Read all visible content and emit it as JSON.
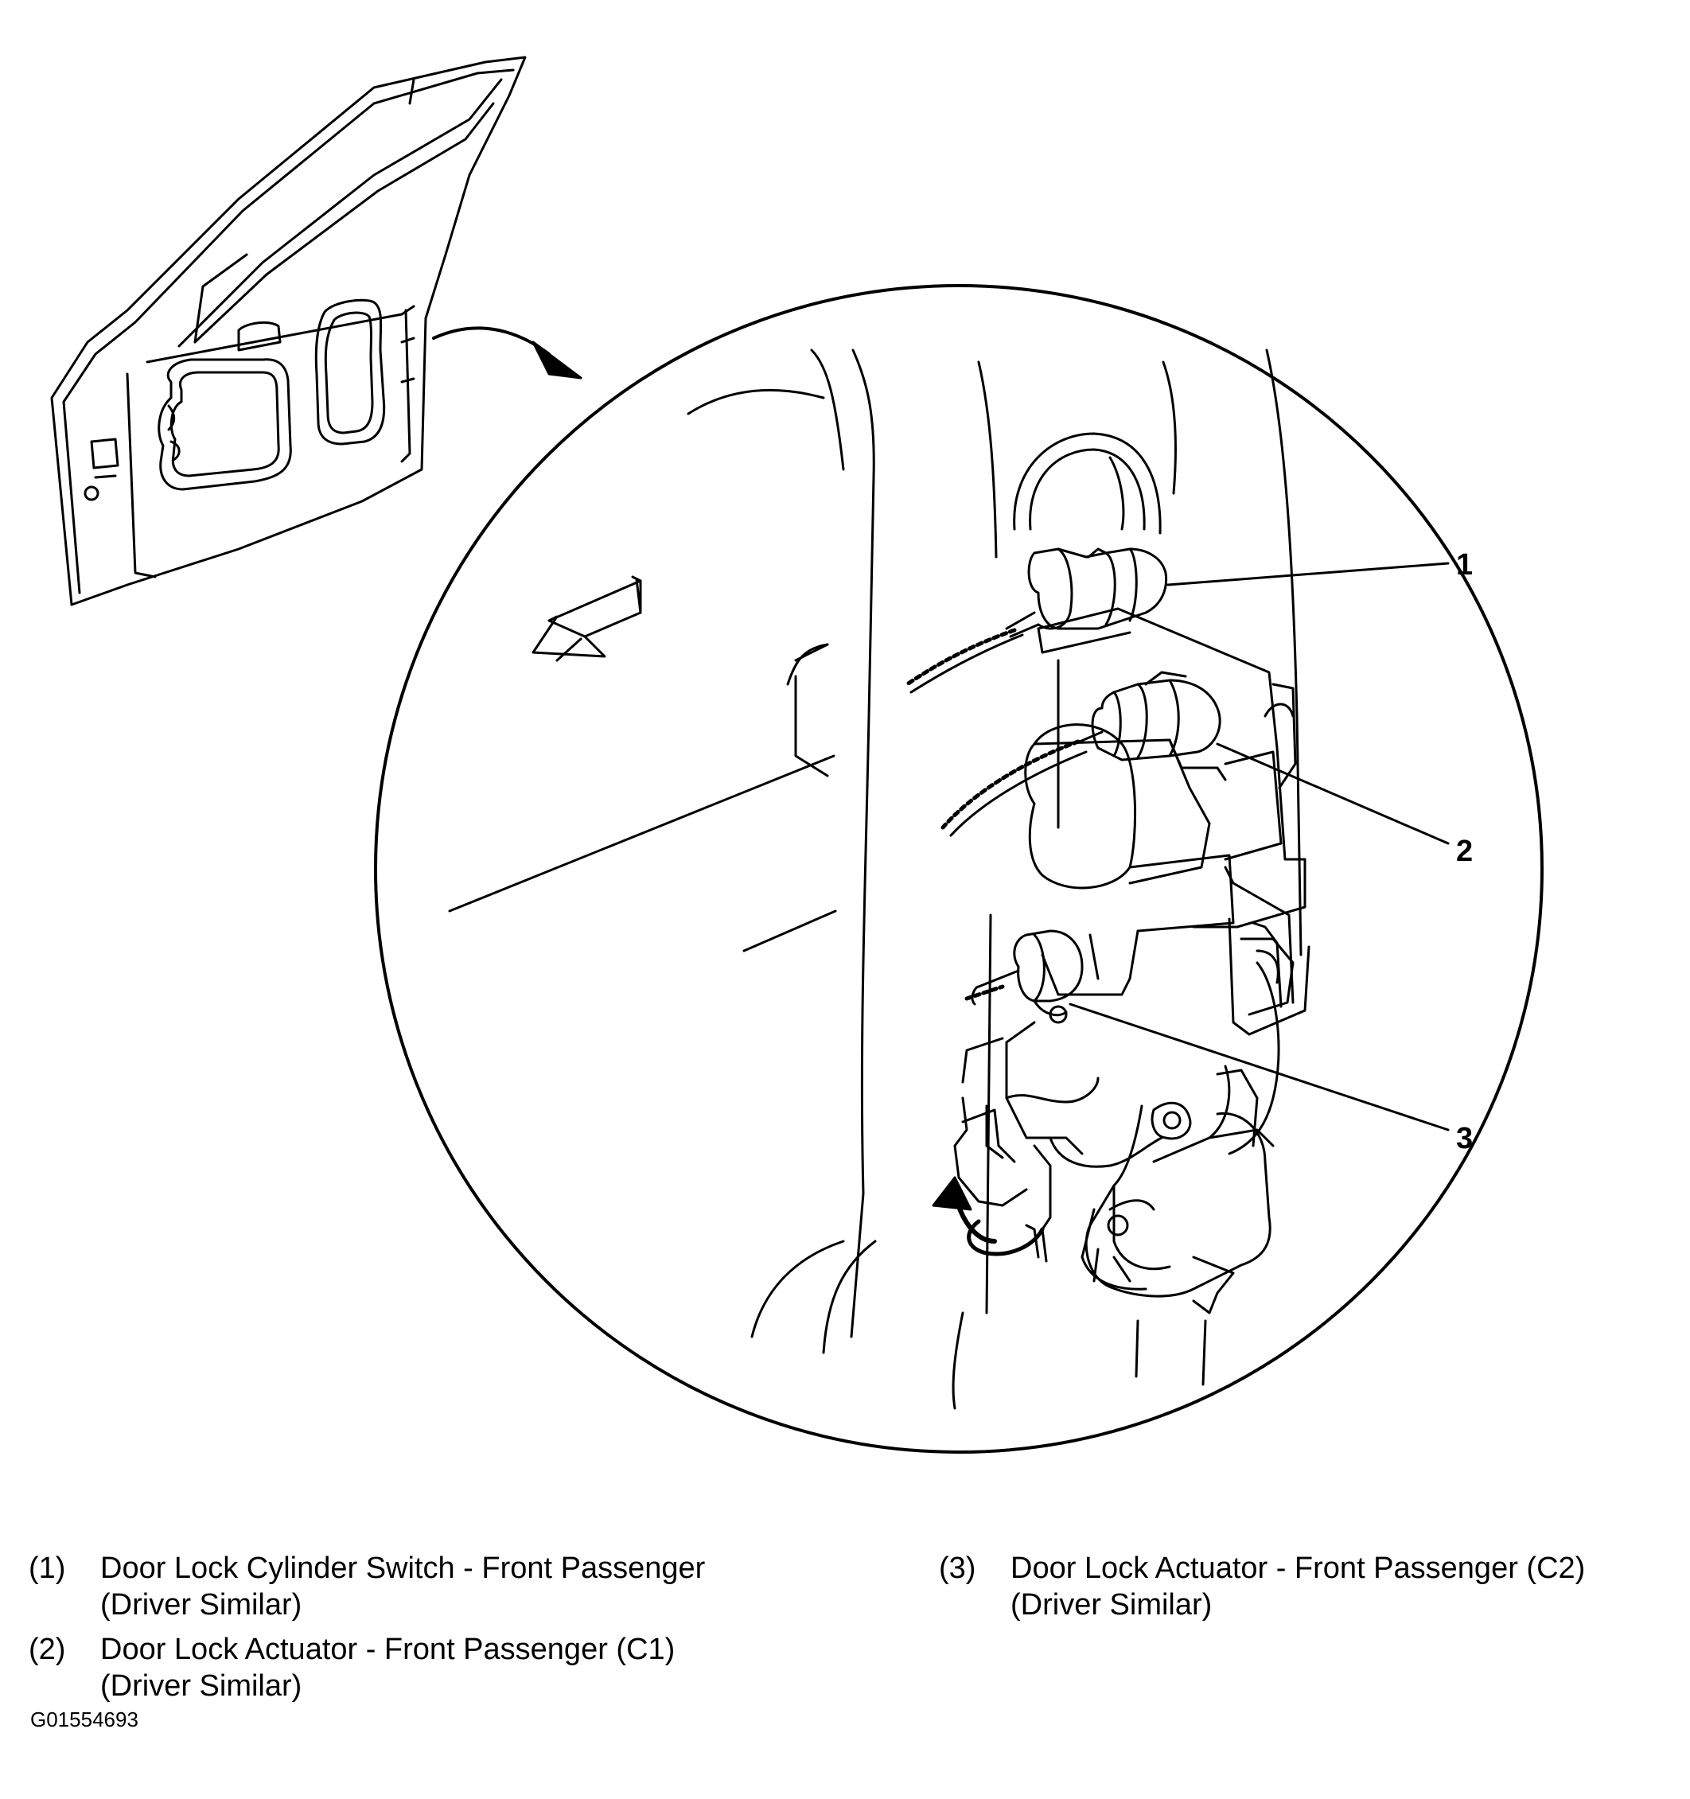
{
  "callouts": [
    "1",
    "2",
    "3"
  ],
  "legend": [
    {
      "num": "(1)",
      "line1": "Door Lock Cylinder Switch - Front Passenger",
      "line2": "(Driver Similar)"
    },
    {
      "num": "(2)",
      "line1": "Door Lock Actuator - Front Passenger (C1)",
      "line2": "(Driver Similar)"
    },
    {
      "num": "(3)",
      "line1": "Door Lock Actuator - Front Passenger (C2)",
      "line2": "(Driver Similar)"
    }
  ],
  "figure_id": "G01554693"
}
